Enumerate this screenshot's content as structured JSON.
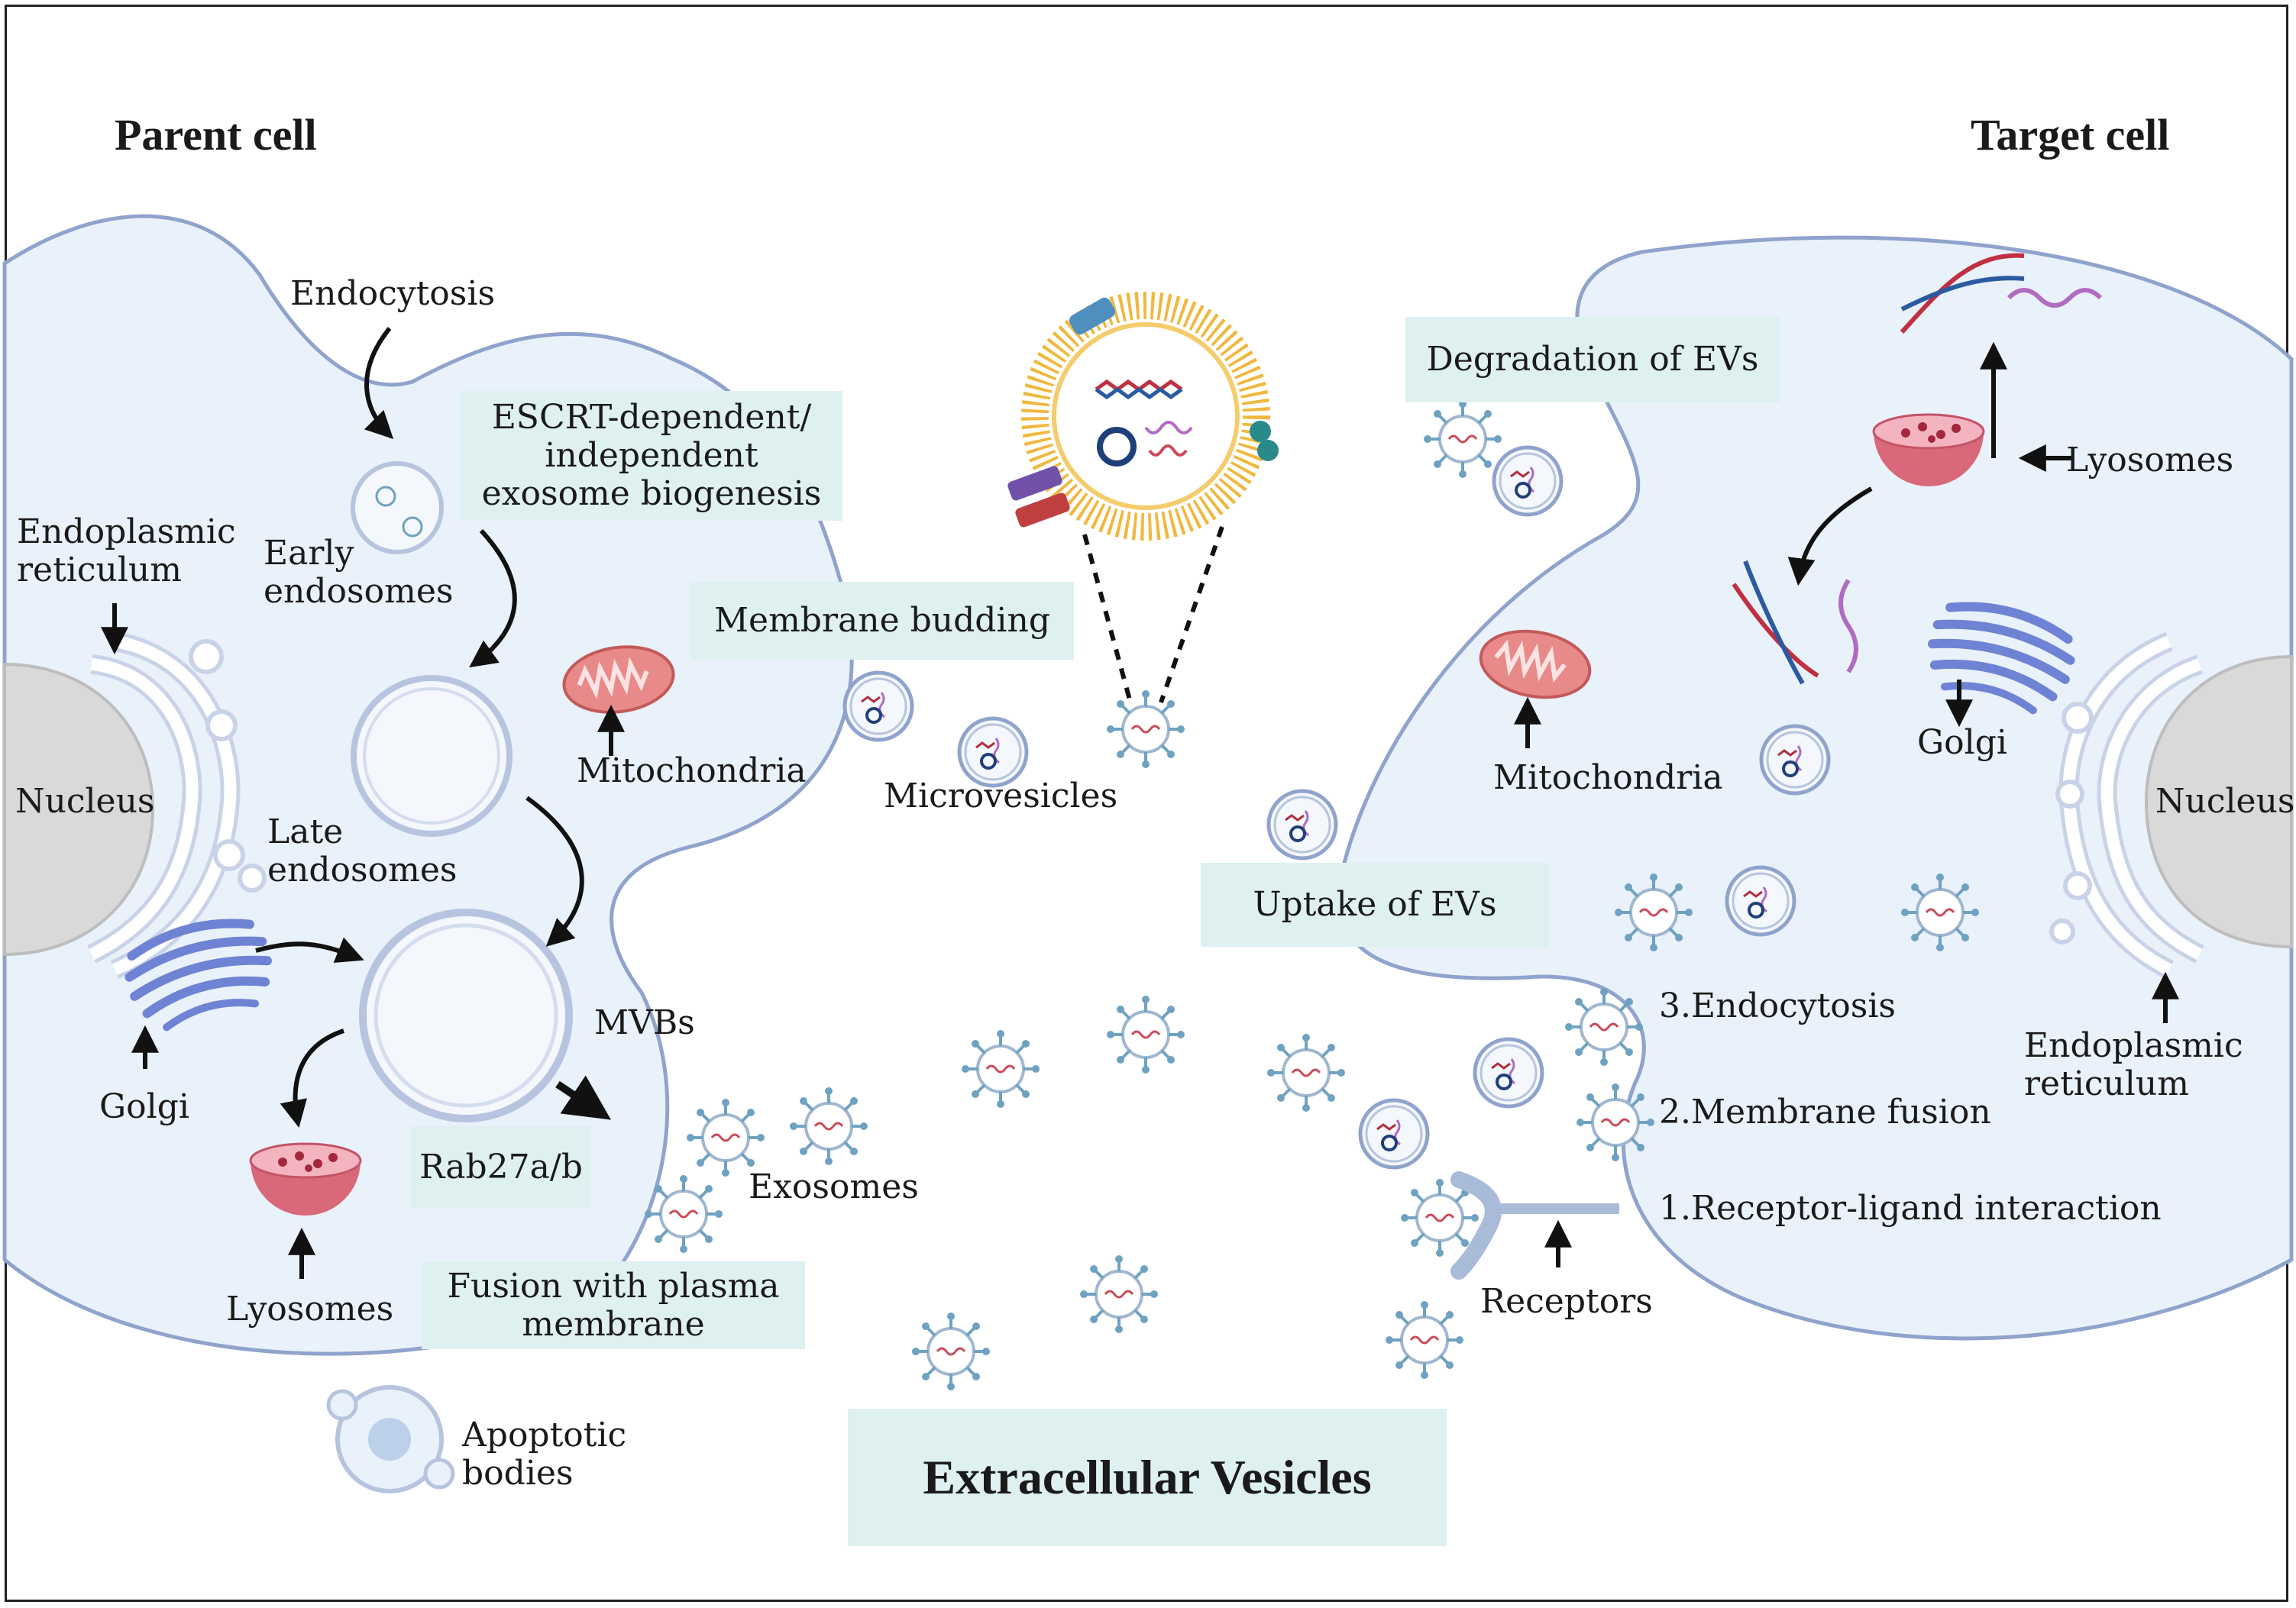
{
  "titles": {
    "parent_cell": "Parent cell",
    "target_cell": "Target cell"
  },
  "parent": {
    "endocytosis": "Endocytosis",
    "escrt_box": [
      "ESCRT-dependent/",
      "independent",
      "exosome biogenesis"
    ],
    "endoplasmic_reticulum": [
      "Endoplasmic",
      "reticulum"
    ],
    "early_endosomes": [
      "Early",
      "endosomes"
    ],
    "nucleus": "Nucleus",
    "late_endosomes": [
      "Late",
      "endosomes"
    ],
    "mitochondria": "Mitochondria",
    "golgi": "Golgi",
    "mvbs": "MVBs",
    "rab27": "Rab27a/b",
    "lysosomes": "Lyosomes",
    "fusion_box": [
      "Fusion with plasma",
      "membrane"
    ],
    "apoptotic_bodies": [
      "Apoptotic",
      "bodies"
    ]
  },
  "middle": {
    "membrane_budding": "Membrane budding",
    "microvesicles": "Microvesicles",
    "exosomes": "Exosomes",
    "extracellular_vesicles": "Extracellular Vesicles"
  },
  "target": {
    "degradation_box": "Degradation of EVs",
    "lysosomes": "Lyosomes",
    "mitochondria": "Mitochondria",
    "golgi": "Golgi",
    "nucleus": "Nucleus",
    "uptake_box": "Uptake of EVs",
    "endocytosis": "3.Endocytosis",
    "membrane_fusion": "2.Membrane fusion",
    "receptor_ligand": "1.Receptor-ligand interaction",
    "receptors": "Receptors",
    "endoplasmic_reticulum": [
      "Endoplasmic",
      "reticulum"
    ]
  },
  "colors": {
    "cell_fill": "#e9f1fa",
    "membrane": "#8fa3cc",
    "label_box": "#dff0f1",
    "mitochondria": "#e98a8a",
    "lysosome": "#d9687a",
    "golgi": "#7c8fd8",
    "nucleus": "#d9d9d9",
    "vesicle_ring": "#f0b840"
  }
}
